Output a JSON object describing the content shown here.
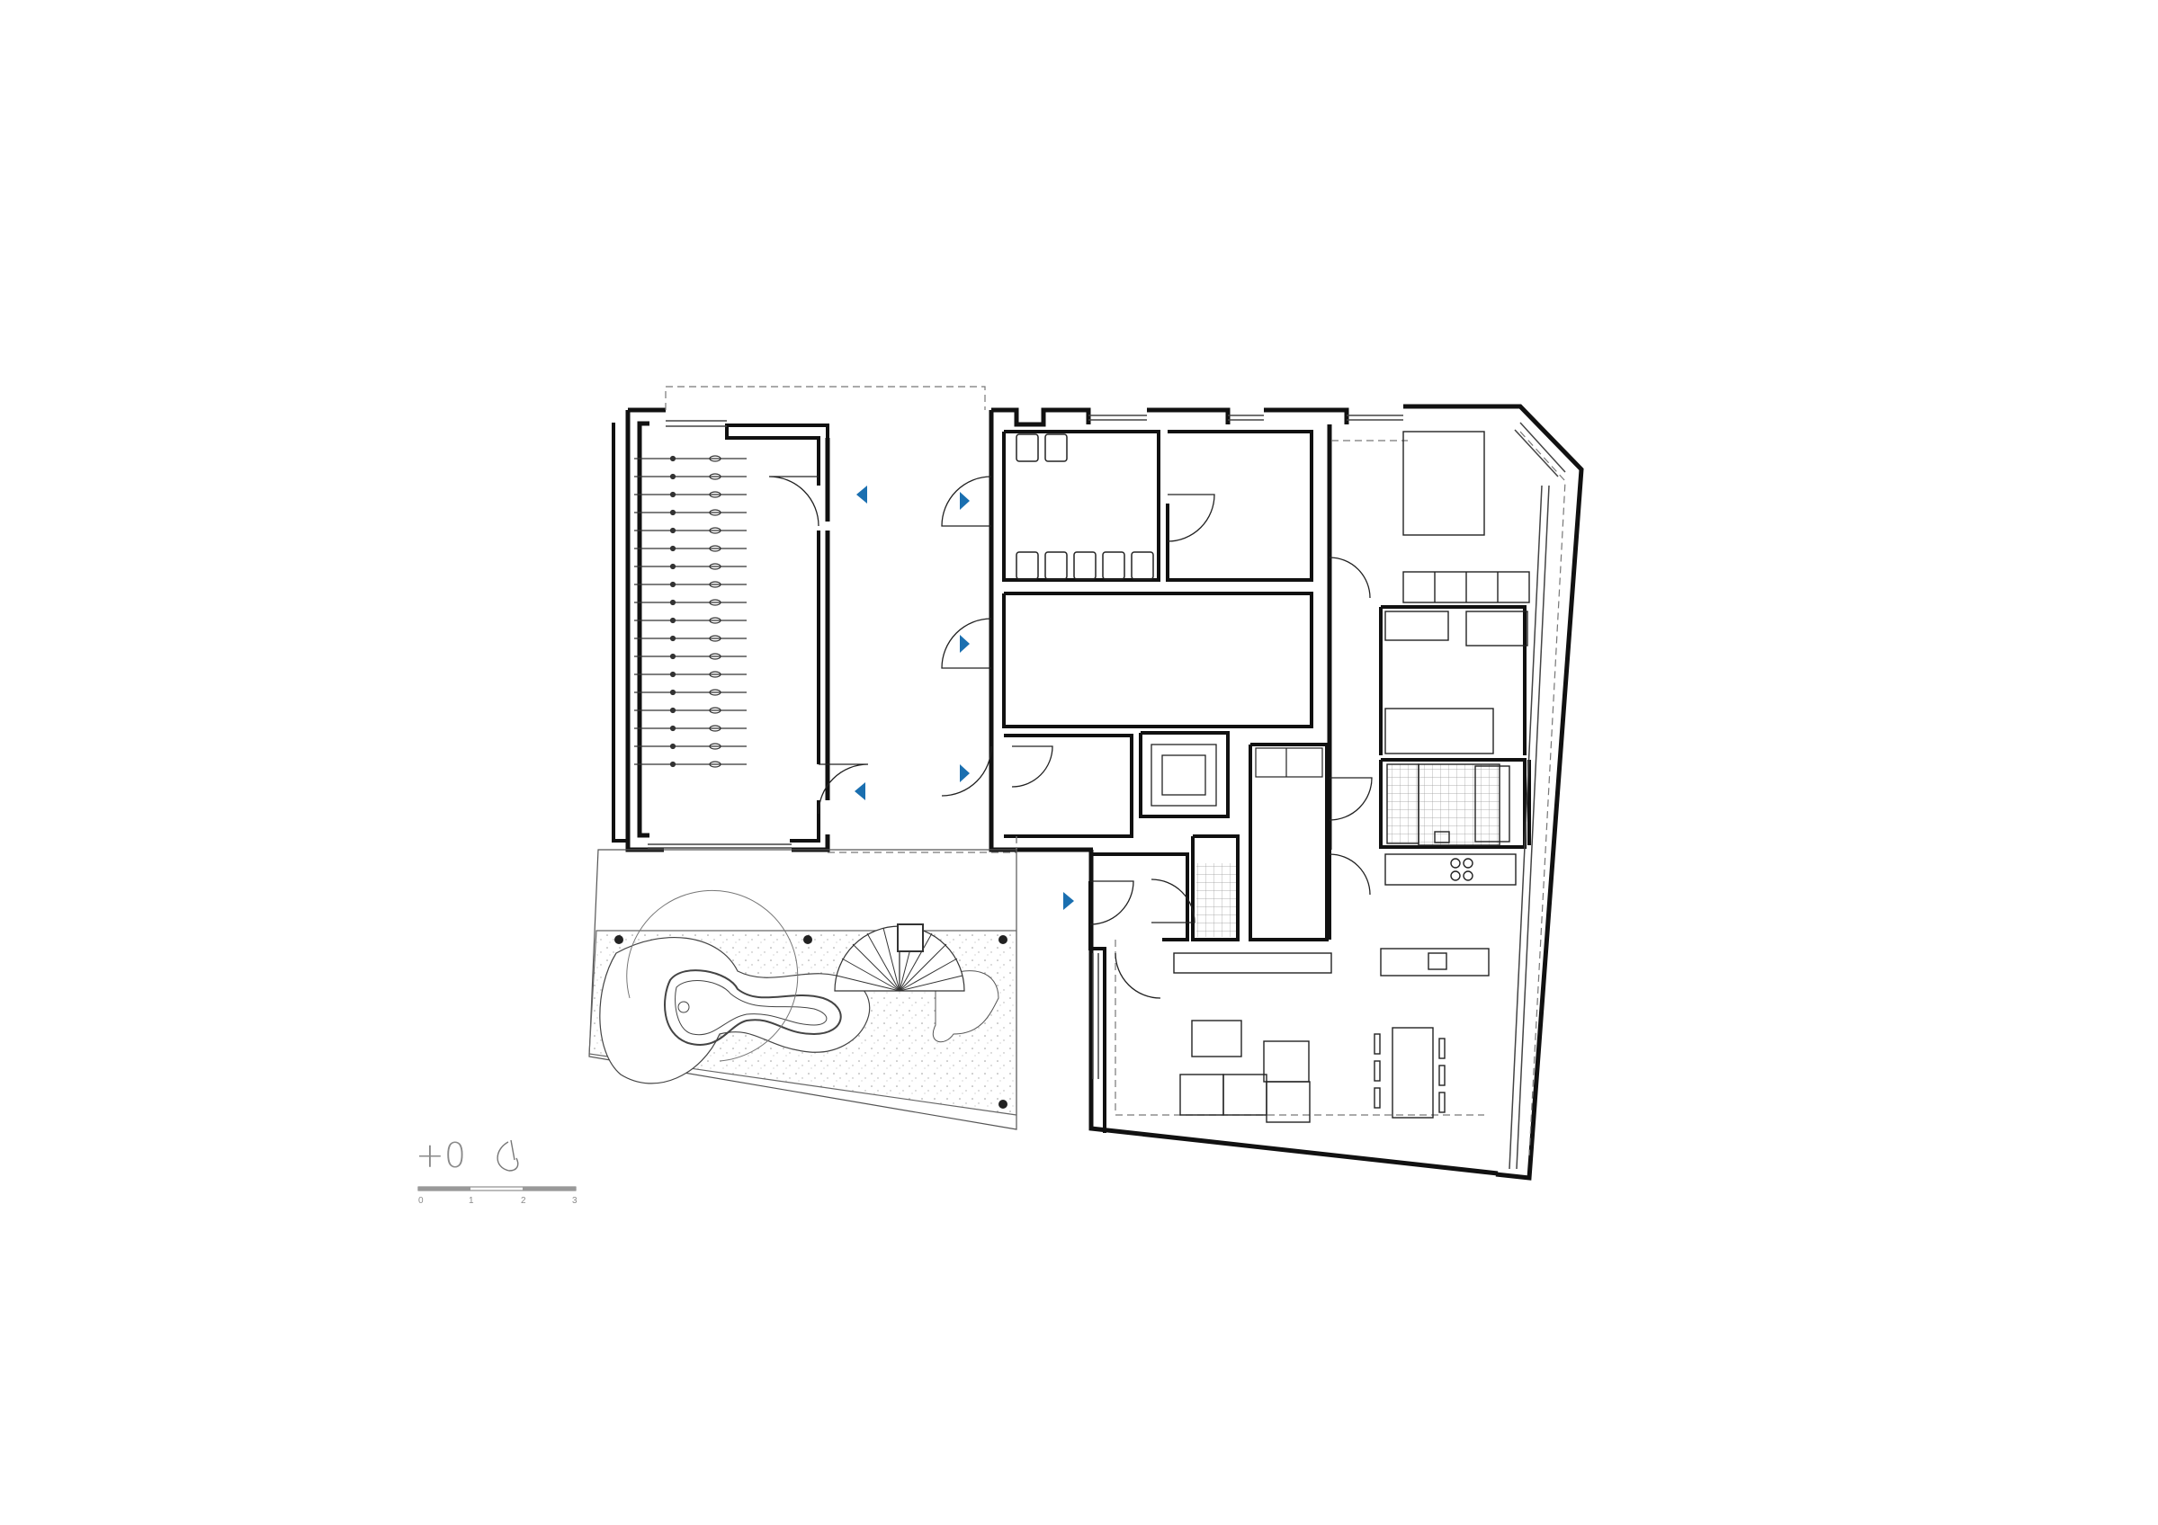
{
  "level_label": "+0",
  "scale_bar": {
    "ticks": [
      "0",
      "1",
      "2",
      "3"
    ]
  },
  "icons": {
    "north": "north-arrow-icon",
    "entrance": "entrance-triangle-icon"
  },
  "colors": {
    "wall": "#111111",
    "entrance": "#1a6fb0",
    "thin_line": "#555555",
    "dashed": "#777777",
    "label": "#8a8a8a"
  }
}
